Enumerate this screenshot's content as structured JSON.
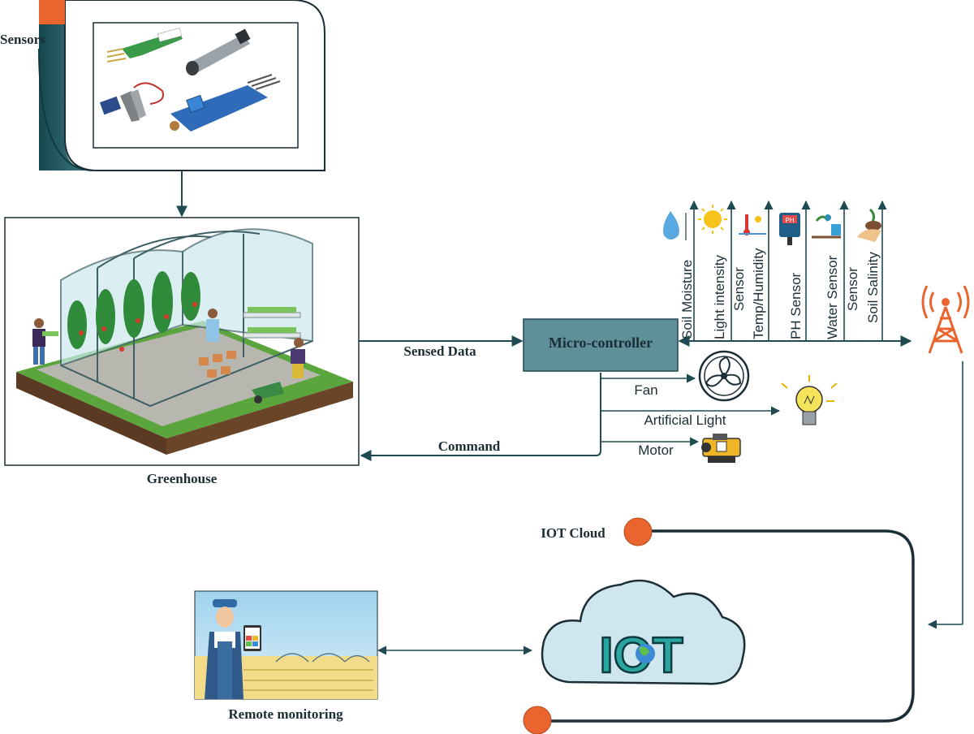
{
  "labels": {
    "sensors": "Sensors",
    "greenhouse": "Greenhouse",
    "sensed_data": "Sensed Data",
    "command": "Command",
    "microcontroller": "Micro-controller",
    "iot_cloud": "IOT Cloud",
    "remote_monitoring": "Remote monitoring",
    "iot_text": "IOT"
  },
  "sensor_list": [
    {
      "line1": "Soil Moisture",
      "line2": ""
    },
    {
      "line1": "Light intensity",
      "line2": "Sensor"
    },
    {
      "line1": "Temp/Humidity",
      "line2": ""
    },
    {
      "line1": "PH Sensor",
      "line2": ""
    },
    {
      "line1": "Water Sensor",
      "line2": "Sensor"
    },
    {
      "line1": "Soil Salinity",
      "line2": ""
    }
  ],
  "actuators": [
    {
      "label": "Fan"
    },
    {
      "label": "Artificial Light"
    },
    {
      "label": "Motor"
    }
  ],
  "colors": {
    "teal_dark": "#1f4a52",
    "microcontroller": "#5f8f99",
    "orange": "#e9642f",
    "cloud": "#cfe6ef"
  }
}
